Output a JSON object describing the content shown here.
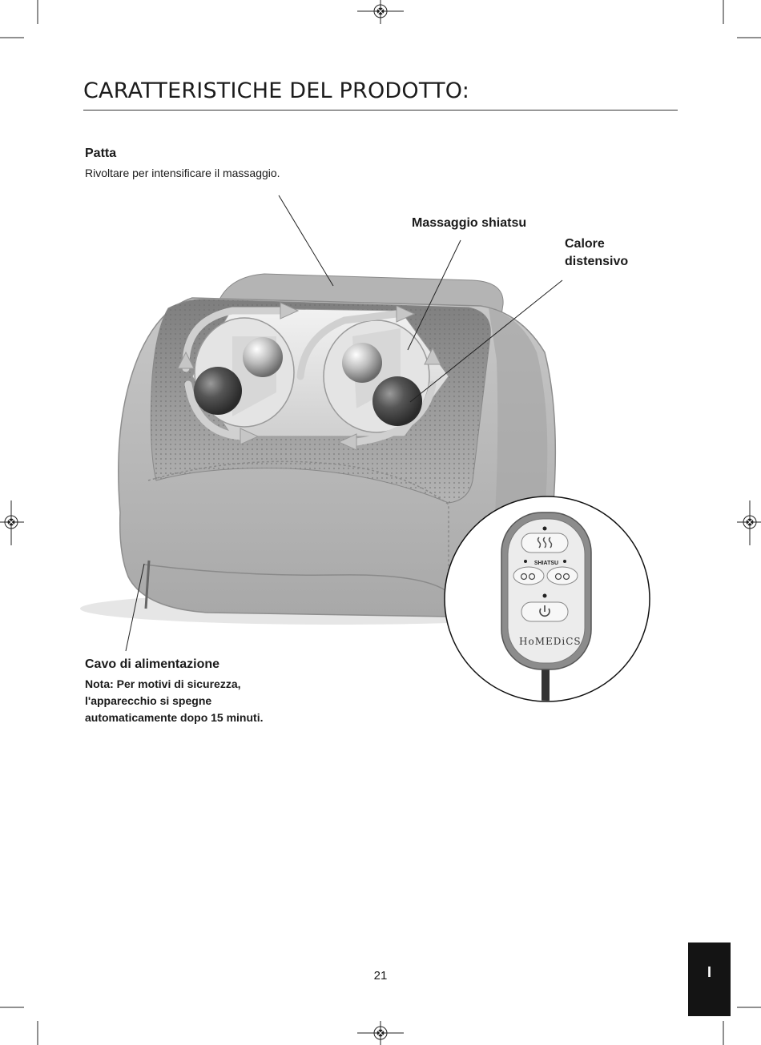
{
  "page": {
    "title": "CARATTERISTICHE DEL PRODOTTO:",
    "page_number": "21",
    "language_tab": "I"
  },
  "callouts": {
    "flap": {
      "title": "Patta",
      "description": "Rivoltare per intensificare il massaggio."
    },
    "shiatsu": {
      "title": "Massaggio shiatsu"
    },
    "heat": {
      "title_line1": "Calore",
      "title_line2": "distensivo"
    },
    "cord": {
      "title": "Cavo di alimentazione",
      "note_line1": "Nota: Per motivi di sicurezza,",
      "note_line2": "l'apparecchio si spegne",
      "note_line3": "automaticamente dopo 15 minuti."
    }
  },
  "remote": {
    "mode_label": "SHIATSU",
    "brand": "HoMEDiCS",
    "heat_icon": "heat-waves-icon",
    "power_icon": "power-icon",
    "direction_icons": [
      "rotation-1-icon",
      "rotation-2-icon"
    ]
  },
  "colors": {
    "pillow": "#b9b9b9",
    "pillow_dark": "#8c8c8c",
    "mesh": "#9a9a9a",
    "ball_dark": "#4a4a4a",
    "ball_light": "#d8d8d8",
    "lang_tab": "#141414"
  }
}
